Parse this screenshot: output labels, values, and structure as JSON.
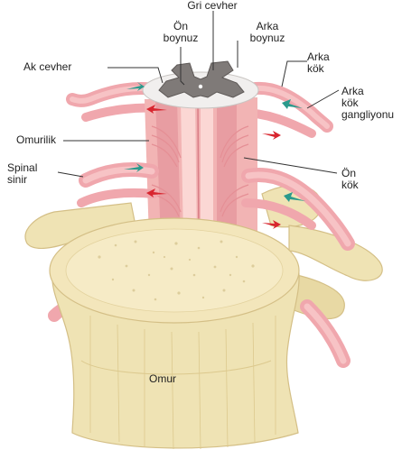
{
  "labels": {
    "gri_cevher": "Gri cevher",
    "on_boynuz_1": "Ön",
    "on_boynuz_2": "boynuz",
    "arka_boynuz_1": "Arka",
    "arka_boynuz_2": "boynuz",
    "ak_cevher": "Ak cevher",
    "arka_kok_1": "Arka",
    "arka_kok_2": "kök",
    "arka_kok_ganglion_1": "Arka",
    "arka_kok_ganglion_2": "kök",
    "arka_kok_ganglion_3": "gangliyonu",
    "omurilik": "Omurilik",
    "spinal_sinir_1": "Spinal",
    "spinal_sinir_2": "sinir",
    "on_kok_1": "Ön",
    "on_kok_2": "kök",
    "omur": "Omur"
  },
  "colors": {
    "bone": "#efe3b4",
    "bone_shade": "#dcc98e",
    "bone_top": "#f3e6bb",
    "bone_pore": "#c9b57a",
    "cord": "#f2b4b4",
    "cord_shade": "#e58f95",
    "cord_light": "#fbd7d4",
    "gray_matter": "#7f7a78",
    "white_matter": "#f1efee",
    "nerve": "#f0a7ad",
    "arrow_sensory": "#2a9a8c",
    "arrow_motor": "#d8262f",
    "leader_line": "#333333"
  }
}
